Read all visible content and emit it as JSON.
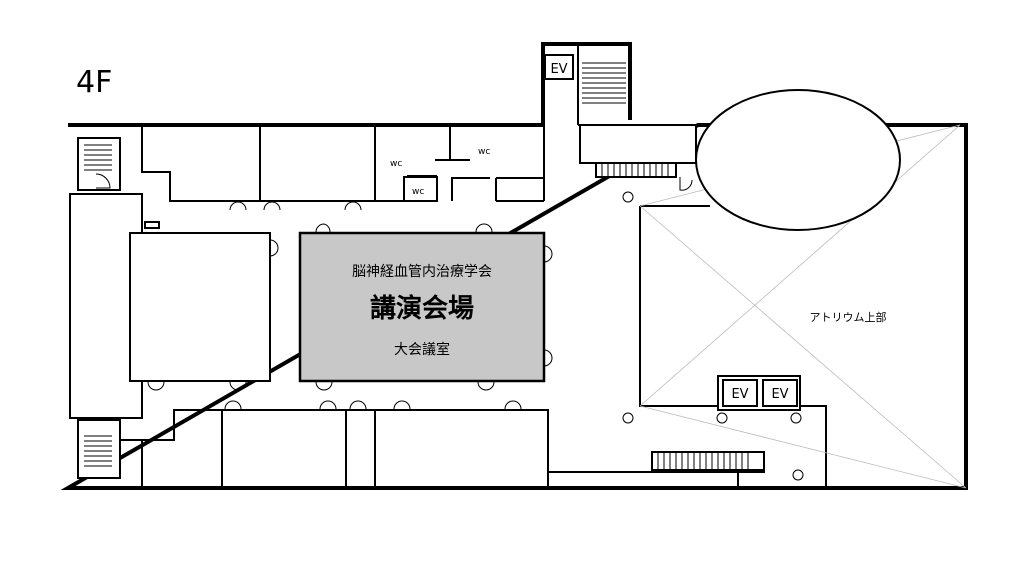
{
  "floor": {
    "label": "4F"
  },
  "venue": {
    "organization": "脳神経血管内治療学会",
    "name": "講演会場",
    "room": "大会議室",
    "highlight_color": "#c8c8c8"
  },
  "rooms": {
    "atrium": "アトリウム上部"
  },
  "facilities": {
    "elevator_top": "EV",
    "elevator_bottom_1": "EV",
    "elevator_bottom_2": "EV",
    "wc_1": "wc",
    "wc_2": "wc",
    "wc_3": "wc"
  }
}
